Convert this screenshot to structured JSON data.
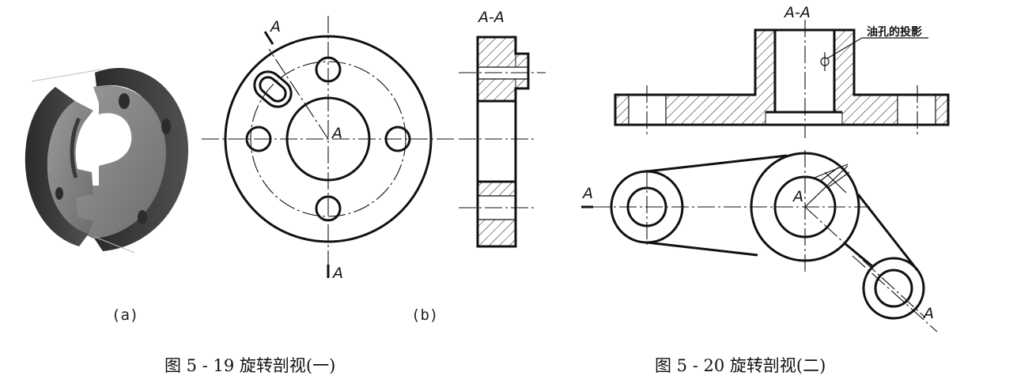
{
  "fig19": {
    "sub_a": "(a)",
    "sub_b": "(b)",
    "cut_label_top": "A",
    "cut_label_bottom": "A",
    "center_label": "A",
    "section_title": "A-A",
    "caption": "图 5 - 19   旋转剖视(一)"
  },
  "fig20": {
    "section_title": "A-A",
    "oil_hole_note": "油孔的投影",
    "cut_label_left": "A",
    "cut_label_right": "A",
    "center_label": "A",
    "caption": "图 5 - 20   旋转剖视(二)"
  }
}
